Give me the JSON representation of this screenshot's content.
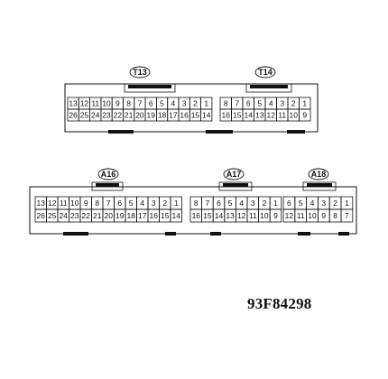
{
  "figure_code": "93F84298",
  "connectors": [
    {
      "label": "T13",
      "rows": [
        [
          "13",
          "12",
          "11",
          "10",
          "9",
          "8",
          "7",
          "6",
          "5",
          "4",
          "3",
          "2",
          "1"
        ],
        [
          "26",
          "25",
          "24",
          "23",
          "22",
          "21",
          "20",
          "19",
          "18",
          "17",
          "16",
          "15",
          "14"
        ]
      ]
    },
    {
      "label": "T14",
      "rows": [
        [
          "8",
          "7",
          "6",
          "5",
          "4",
          "3",
          "2",
          "1"
        ],
        [
          "16",
          "15",
          "14",
          "13",
          "12",
          "11",
          "10",
          "9"
        ]
      ]
    },
    {
      "label": "A16",
      "rows": [
        [
          "13",
          "12",
          "11",
          "10",
          "9",
          "8",
          "7",
          "6",
          "5",
          "4",
          "3",
          "2",
          "1"
        ],
        [
          "26",
          "25",
          "24",
          "23",
          "22",
          "21",
          "20",
          "19",
          "18",
          "17",
          "16",
          "15",
          "14"
        ]
      ]
    },
    {
      "label": "A17",
      "rows": [
        [
          "8",
          "7",
          "6",
          "5",
          "4",
          "3",
          "2",
          "1"
        ],
        [
          "16",
          "15",
          "14",
          "13",
          "12",
          "11",
          "10",
          "9"
        ]
      ]
    },
    {
      "label": "A18",
      "rows": [
        [
          "6",
          "5",
          "4",
          "3",
          "2",
          "1"
        ],
        [
          "12",
          "11",
          "10",
          "9",
          "8",
          "7"
        ]
      ]
    }
  ]
}
